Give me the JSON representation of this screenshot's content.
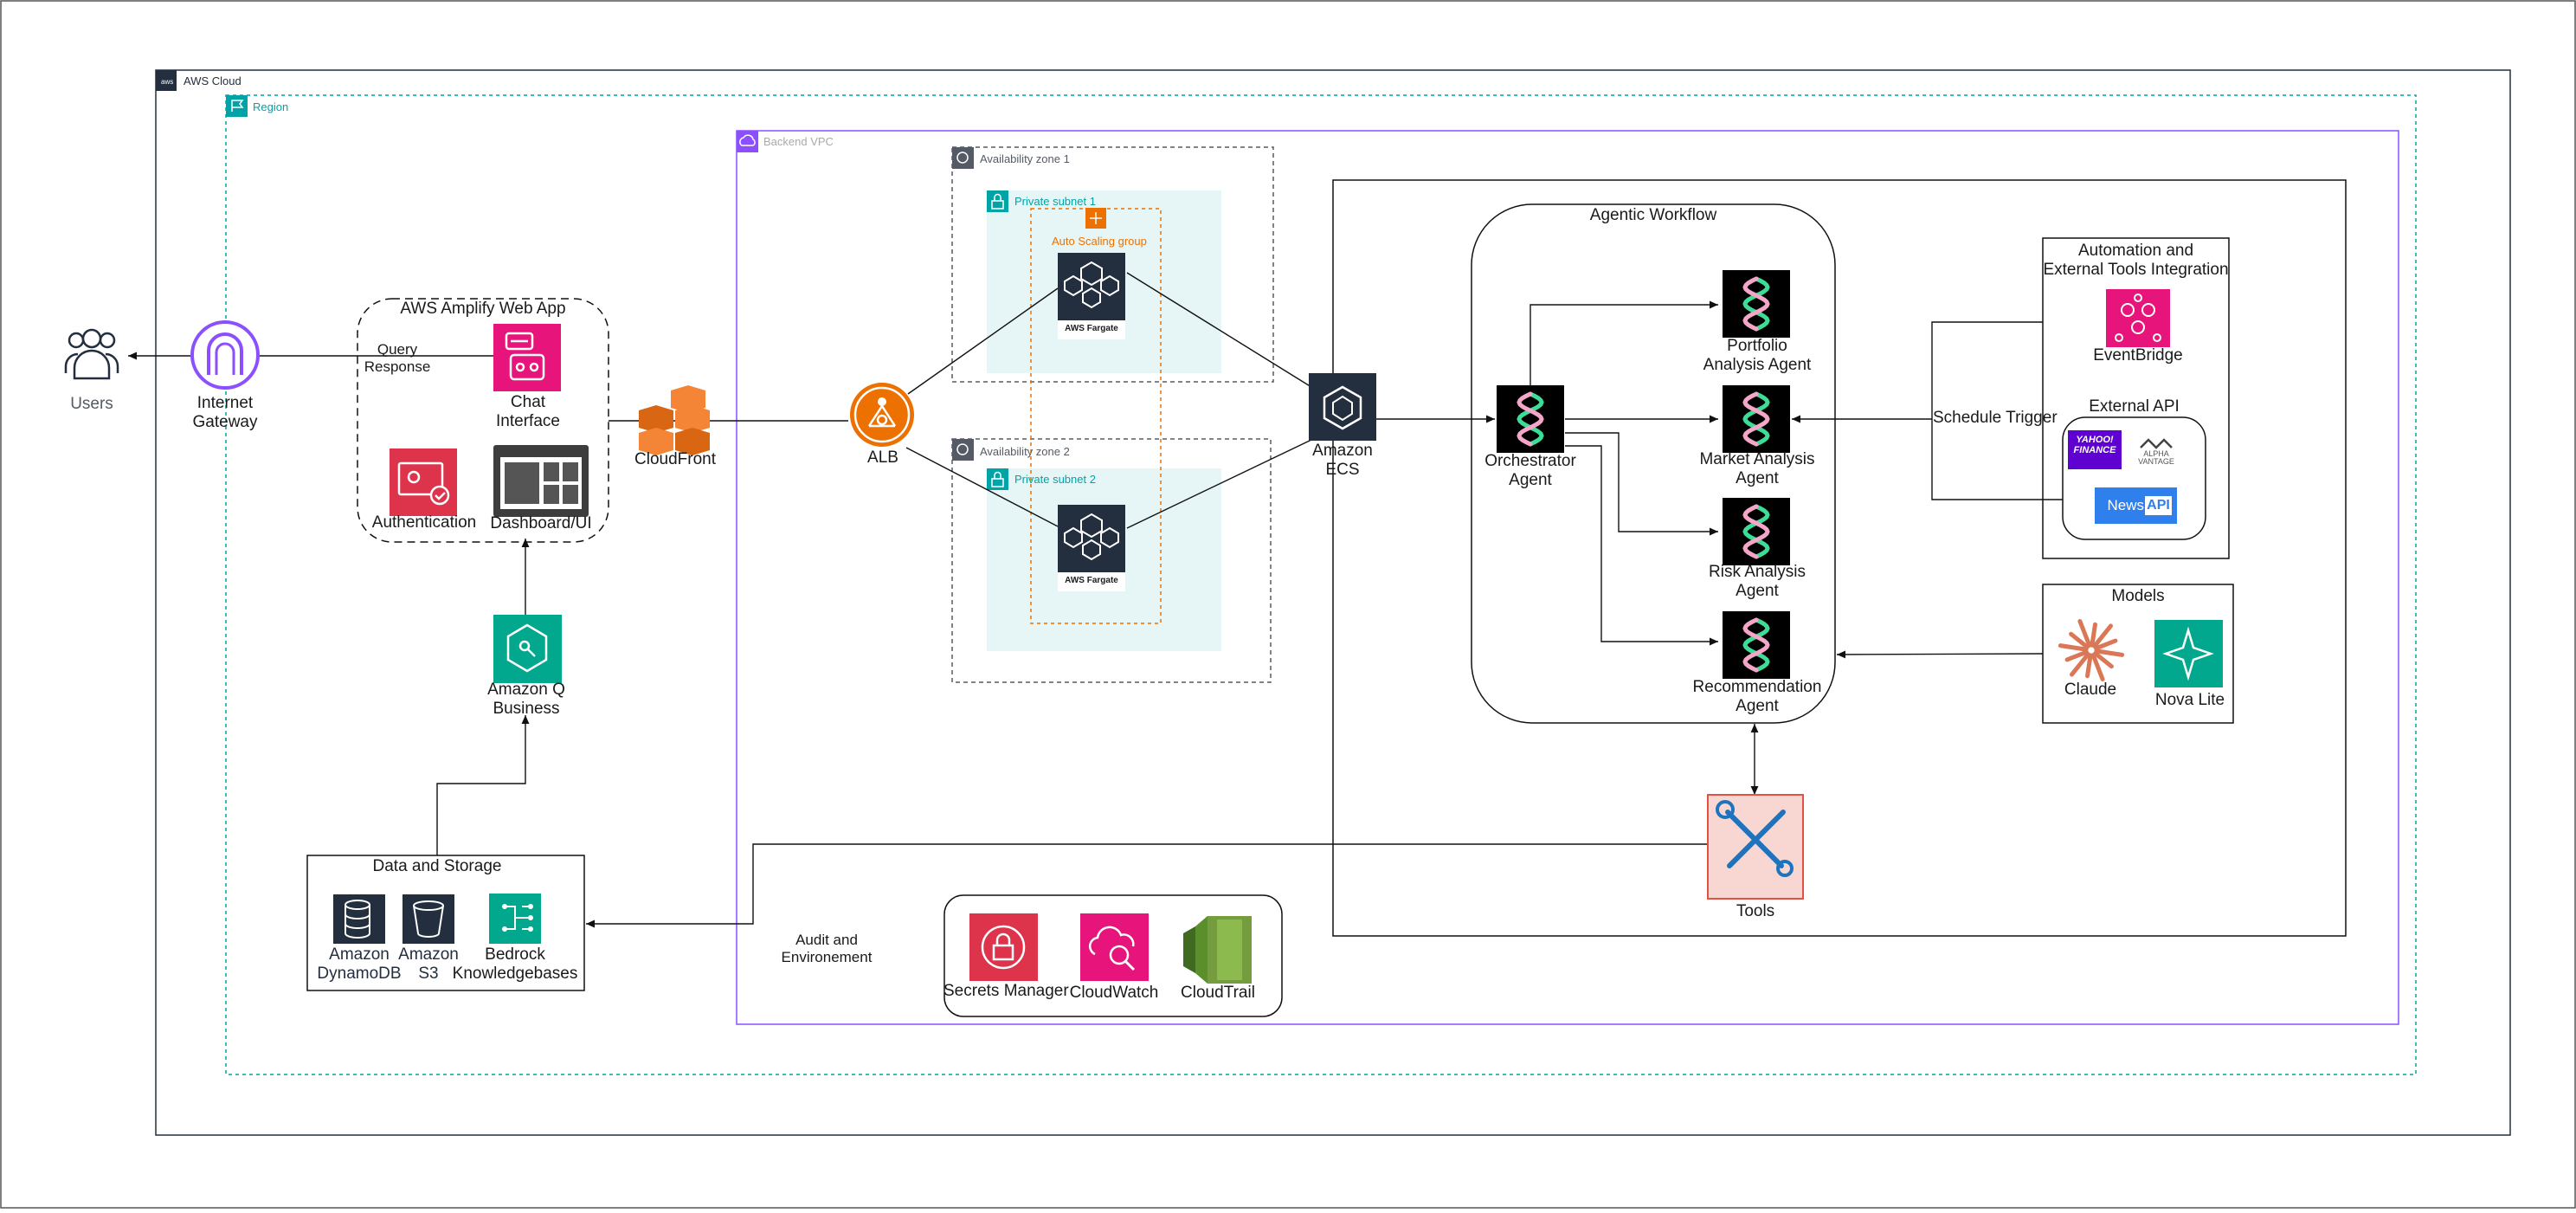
{
  "groups": {
    "aws_cloud": "AWS Cloud",
    "region": "Region",
    "backend_vpc": "Backend VPC",
    "az1": "Availability zone 1",
    "az2": "Availability zone 2",
    "subnet1": "Private subnet 1",
    "subnet2": "Private subnet 2",
    "asg": "Auto Scaling group",
    "amplify": "AWS  Amplify Web App",
    "agentic": "Agentic Workflow",
    "automation": "Automation and\nExternal Tools Integration",
    "external_api": "External API",
    "models": "Models",
    "data_storage": "Data and Storage",
    "audit": "Audit and\nEnvironement"
  },
  "nodes": {
    "users": "Users",
    "igw": "Internet\nGateway",
    "query": "Query\nResponse",
    "chat": "Chat\nInterface",
    "auth": "Authentication",
    "dashboard": "Dashboard/UI",
    "cloudfront": "CloudFront",
    "alb": "ALB",
    "fargate1": "AWS Fargate",
    "fargate2": "AWS Fargate",
    "ecs": "Amazon\nECS",
    "orchestrator": "Orchestrator\nAgent",
    "portfolio": "Portfolio\nAnalysis Agent",
    "market": "Market Analysis\nAgent",
    "risk": "Risk Analysis\nAgent",
    "recommendation": "Recommendation\nAgent",
    "eventbridge": "EventBridge",
    "schedule": "Schedule Trigger",
    "claude": "Claude",
    "nova": "Nova Lite",
    "tools": "Tools",
    "qbusiness": "Amazon Q\nBusiness",
    "dynamodb": "Amazon\nDynamoDB",
    "s3": "Amazon\nS3",
    "bedrock": "Bedrock\nKnowledgebases",
    "secrets": "Secrets Manager",
    "cloudwatch": "CloudWatch",
    "cloudtrail": "CloudTrail",
    "yahoo": "YAHOO!\nFINANCE",
    "alpha": "ALPHA\nVANTAGE",
    "newsapi": "News",
    "newsapi_tag": "API"
  },
  "colors": {
    "aws_dark": "#232f3e",
    "vpc_purple": "#8c4fff",
    "region_teal": "#00a4a6",
    "subnet_fill": "#e6f6f7",
    "asg_orange": "#ed7100",
    "pink": "#e7157b",
    "red": "#dd344c",
    "teal": "#01a88d",
    "cloudfront_orange": "#f58536",
    "cloudtrail_green": "#759c3e",
    "tools_fill": "#f8d7d2",
    "tools_stroke": "#e05243"
  },
  "icons": {
    "users": "users-icon",
    "igw": "internet-gateway-icon",
    "chat": "chat-interface-icon",
    "auth": "authentication-icon",
    "dashboard": "dashboard-icon",
    "cloudfront": "cloudfront-icon",
    "alb": "load-balancer-icon",
    "fargate": "fargate-icon",
    "ecs": "ecs-icon",
    "agent": "agent-helix-icon",
    "eventbridge": "eventbridge-icon",
    "claude": "claude-icon",
    "nova": "nova-icon",
    "tools": "tools-icon",
    "qbusiness": "q-business-icon",
    "dynamodb": "dynamodb-icon",
    "s3": "s3-icon",
    "bedrock": "bedrock-icon",
    "secrets": "secrets-manager-icon",
    "cloudwatch": "cloudwatch-icon",
    "cloudtrail": "cloudtrail-icon"
  }
}
